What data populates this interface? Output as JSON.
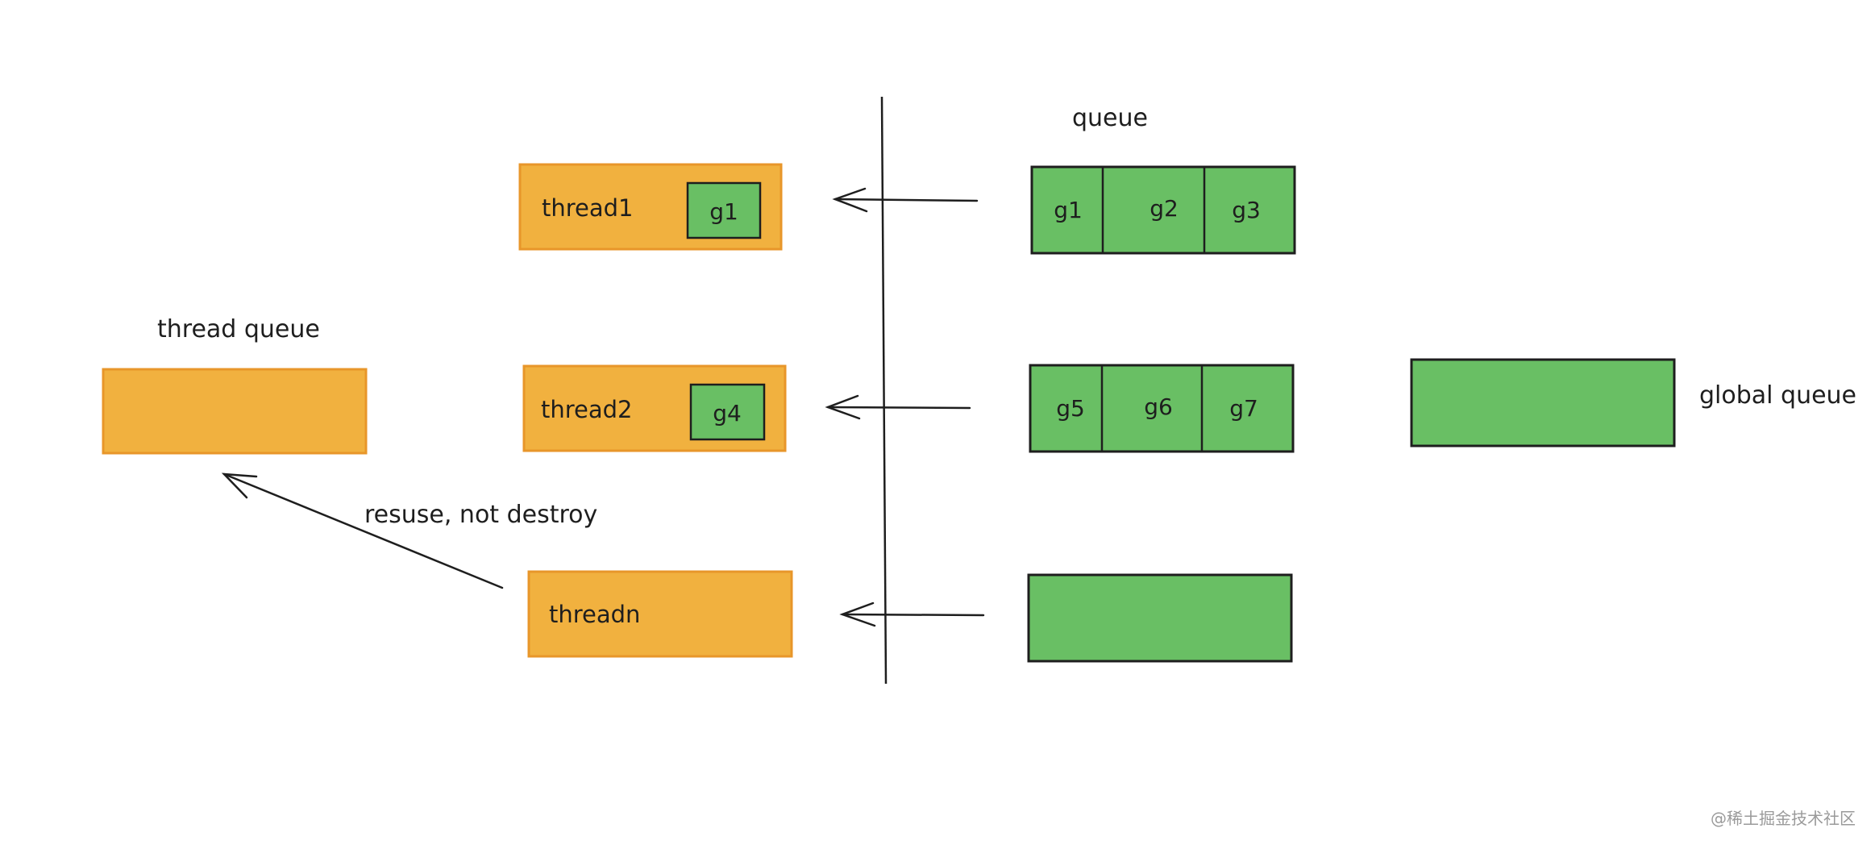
{
  "diagram": {
    "colors": {
      "thread_fill": "#f1b13f",
      "thread_stroke": "#e8962a",
      "goroutine_fill": "#69bf64",
      "stroke": "#1e1e1e"
    },
    "labels": {
      "queue": "queue",
      "thread_queue": "thread queue",
      "global_queue": "global queue",
      "reuse_note": "resuse, not destroy"
    },
    "threads": {
      "t1": {
        "label": "thread1",
        "current": "g1"
      },
      "t2": {
        "label": "thread2",
        "current": "g4"
      },
      "tn": {
        "label": "threadn"
      }
    },
    "queues": {
      "q1": [
        "g1",
        "g2",
        "g3"
      ],
      "q2": [
        "g5",
        "g6",
        "g7"
      ]
    },
    "watermark": "@稀土掘金技术社区"
  }
}
